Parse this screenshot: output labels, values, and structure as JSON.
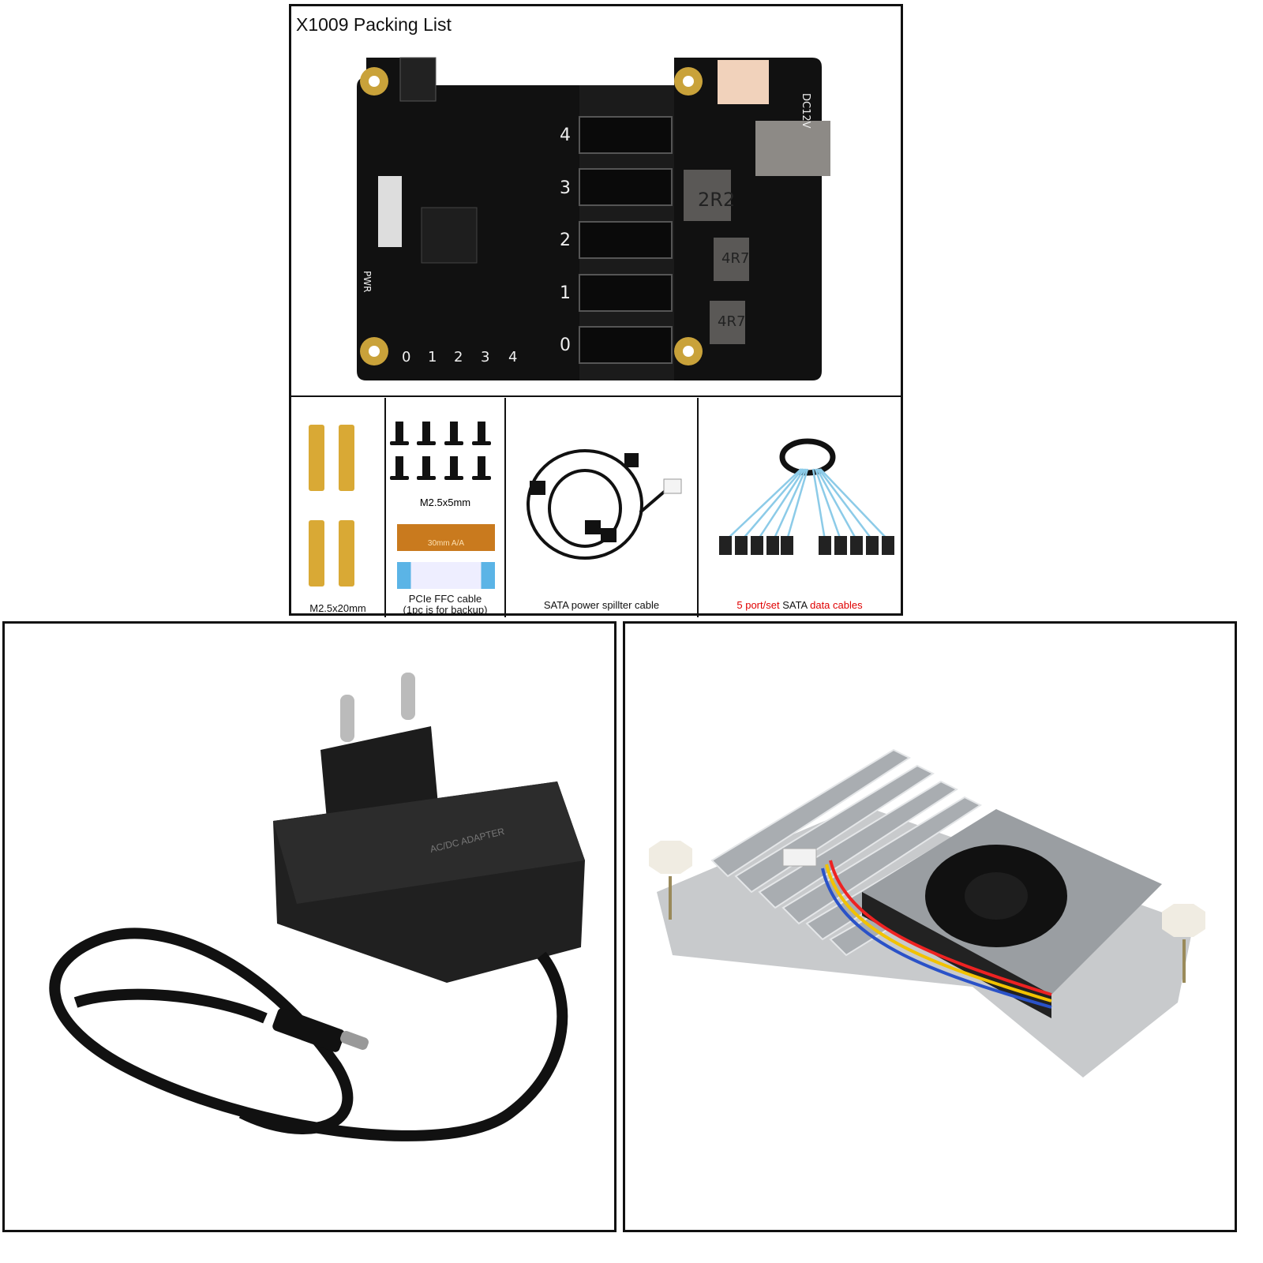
{
  "packing_list": {
    "title": "X1009 Packing List",
    "board": {
      "port_numbers": [
        "4",
        "3",
        "2",
        "1",
        "0"
      ],
      "led_numbers": [
        "0",
        "1",
        "2",
        "3",
        "4"
      ],
      "power_label": "DC12V",
      "pwr_label": "PWR",
      "inductors": [
        "2R2",
        "4R7",
        "4R7"
      ]
    },
    "items": [
      {
        "label": "M2.5x20mm"
      },
      {
        "label_top": "M2.5x5mm",
        "label": "PCIe FFC cable",
        "label2": "(1pc is for backup)",
        "ffc_print": "30mm A/A"
      },
      {
        "label": "SATA power spillter cable"
      },
      {
        "label_a": "5 port/set",
        "label_b": " SATA ",
        "label_c": "data cables"
      }
    ]
  },
  "adapter": {
    "print": "AC/DC ADAPTER"
  },
  "colors": {
    "accent_red": "#e00000",
    "pcb": "#111111",
    "brass": "#d9a935",
    "sata_blue": "#8ccbe8"
  }
}
